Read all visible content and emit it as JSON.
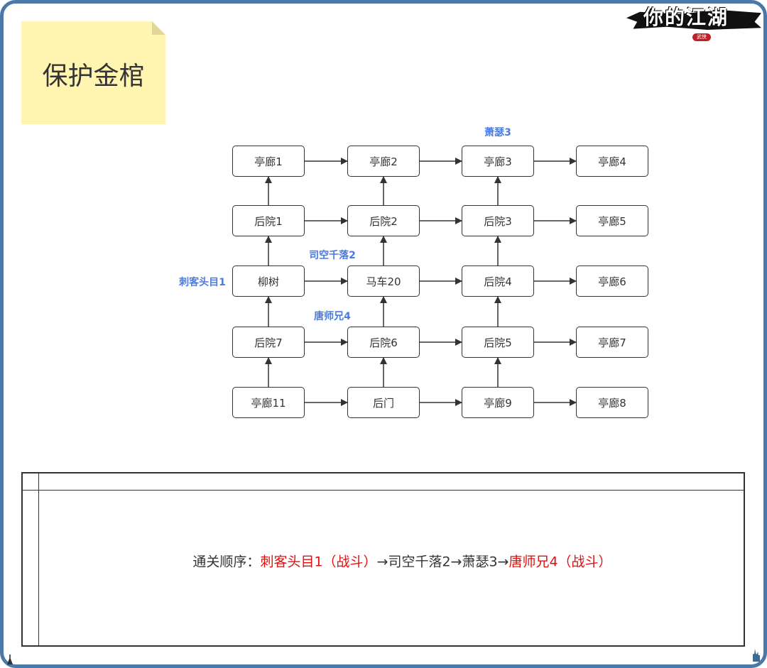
{
  "title": "保护金棺",
  "logo": {
    "text": "你的江湖",
    "badge": "武侠"
  },
  "grid": [
    [
      "亭廊1",
      "亭廊2",
      "亭廊3",
      "亭廊4"
    ],
    [
      "后院1",
      "后院2",
      "后院3",
      "亭廊5"
    ],
    [
      "柳树",
      "马车20",
      "后院4",
      "亭廊6"
    ],
    [
      "后院7",
      "后院6",
      "后院5",
      "亭廊7"
    ],
    [
      "亭廊11",
      "后门",
      "亭廊9",
      "亭廊8"
    ]
  ],
  "annotations": {
    "xiaose": "萧瑟3",
    "sikong": "司空千落2",
    "cike": "刺客头目1",
    "tang": "唐师兄4"
  },
  "order": {
    "prefix": "通关顺序：",
    "step1": "刺客头目1（战斗）",
    "middle": "→司空千落2→萧瑟3→",
    "step4": "唐师兄4（战斗）"
  },
  "colors": {
    "annotation": "#4a7be0",
    "battle": "#e01010",
    "frame": "#4a78a8"
  }
}
